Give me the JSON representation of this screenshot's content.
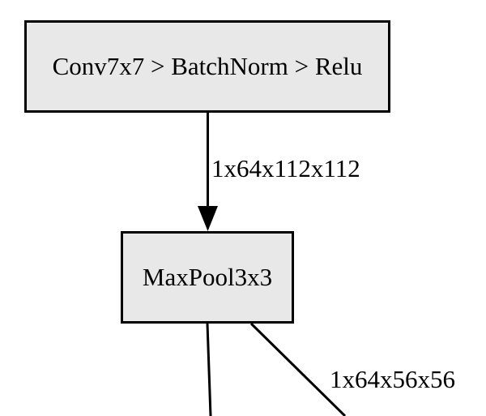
{
  "diagram": {
    "type": "network-architecture-graph",
    "colors": {
      "background": "#ffffff",
      "node_fill": "#e8e8e8",
      "node_border": "#000000",
      "edge": "#000000",
      "text": "#000000"
    },
    "nodes": [
      {
        "id": "conv_bn_relu",
        "label": "Conv7x7 > BatchNorm > Relu"
      },
      {
        "id": "maxpool",
        "label": "MaxPool3x3"
      }
    ],
    "edges": [
      {
        "from": "conv_bn_relu",
        "to": "maxpool",
        "label": "1x64x112x112"
      },
      {
        "from": "maxpool",
        "label": ""
      },
      {
        "from": "maxpool",
        "label": "1x64x56x56"
      }
    ]
  }
}
